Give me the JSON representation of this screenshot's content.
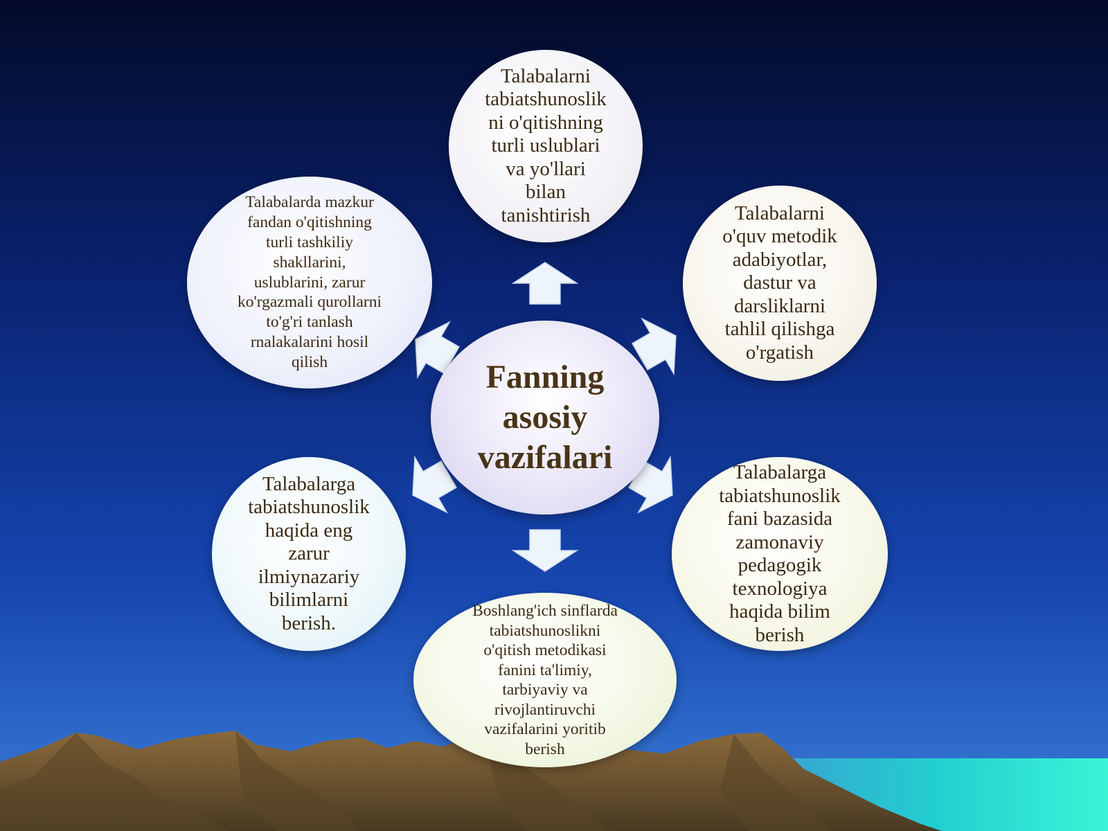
{
  "diagram": {
    "center": {
      "label": "Fanning\nasosiy\nvazifalari"
    },
    "nodes": [
      {
        "id": "top",
        "text": "Talabalarni\ntabiatshunoslik\nni o'qitishning\nturli uslublari\nva yo'llari\nbilan\ntanishtirish"
      },
      {
        "id": "top-right",
        "text": "Talabalarni\no'quv metodik\nadabiyotlar,\ndastur va\ndarsliklarni\ntahlil qilishga\no'rgatish"
      },
      {
        "id": "bottom-right",
        "text": "Talabalarga\ntabiatshunoslik\nfani bazasida\nzamonaviy\npedagogik\ntexnologiya\nhaqida bilim\nberish"
      },
      {
        "id": "bottom",
        "text": "Boshlang'ich sinflarda\ntabiatshunoslikni\no'qitish metodikasi\nfanini ta'limiy,\ntarbiyaviy va\nrivojlantiruvchi\nvazifalarini yoritib\nberish"
      },
      {
        "id": "bottom-left",
        "text": "Talabalarga\ntabiatshunoslik\nhaqida eng\nzarur\nilmiynazariy\nbilimlarni\nberish."
      },
      {
        "id": "top-left",
        "text": "Talabalarda mazkur\nfandan o'qitishning\nturli tashkiliy\nshakllarini,\nuslublarini, zarur\nko'rgazmali qurollarni\nto'g'ri tanlash\nrnalakalarini hosil\nqilish"
      }
    ],
    "edges": [
      {
        "from": "center",
        "to": "top"
      },
      {
        "from": "center",
        "to": "top-right"
      },
      {
        "from": "center",
        "to": "bottom-right"
      },
      {
        "from": "center",
        "to": "bottom"
      },
      {
        "from": "center",
        "to": "bottom-left"
      },
      {
        "from": "center",
        "to": "top-left"
      }
    ]
  },
  "colors": {
    "sky_top": "#061033",
    "sky_mid": "#0c2c8c",
    "sky_bottom": "#2b6ad0",
    "sea": "#1fe0c8",
    "mountain": "#6e5530",
    "text": "#3a2a14",
    "arrow": "#eef4fb"
  }
}
